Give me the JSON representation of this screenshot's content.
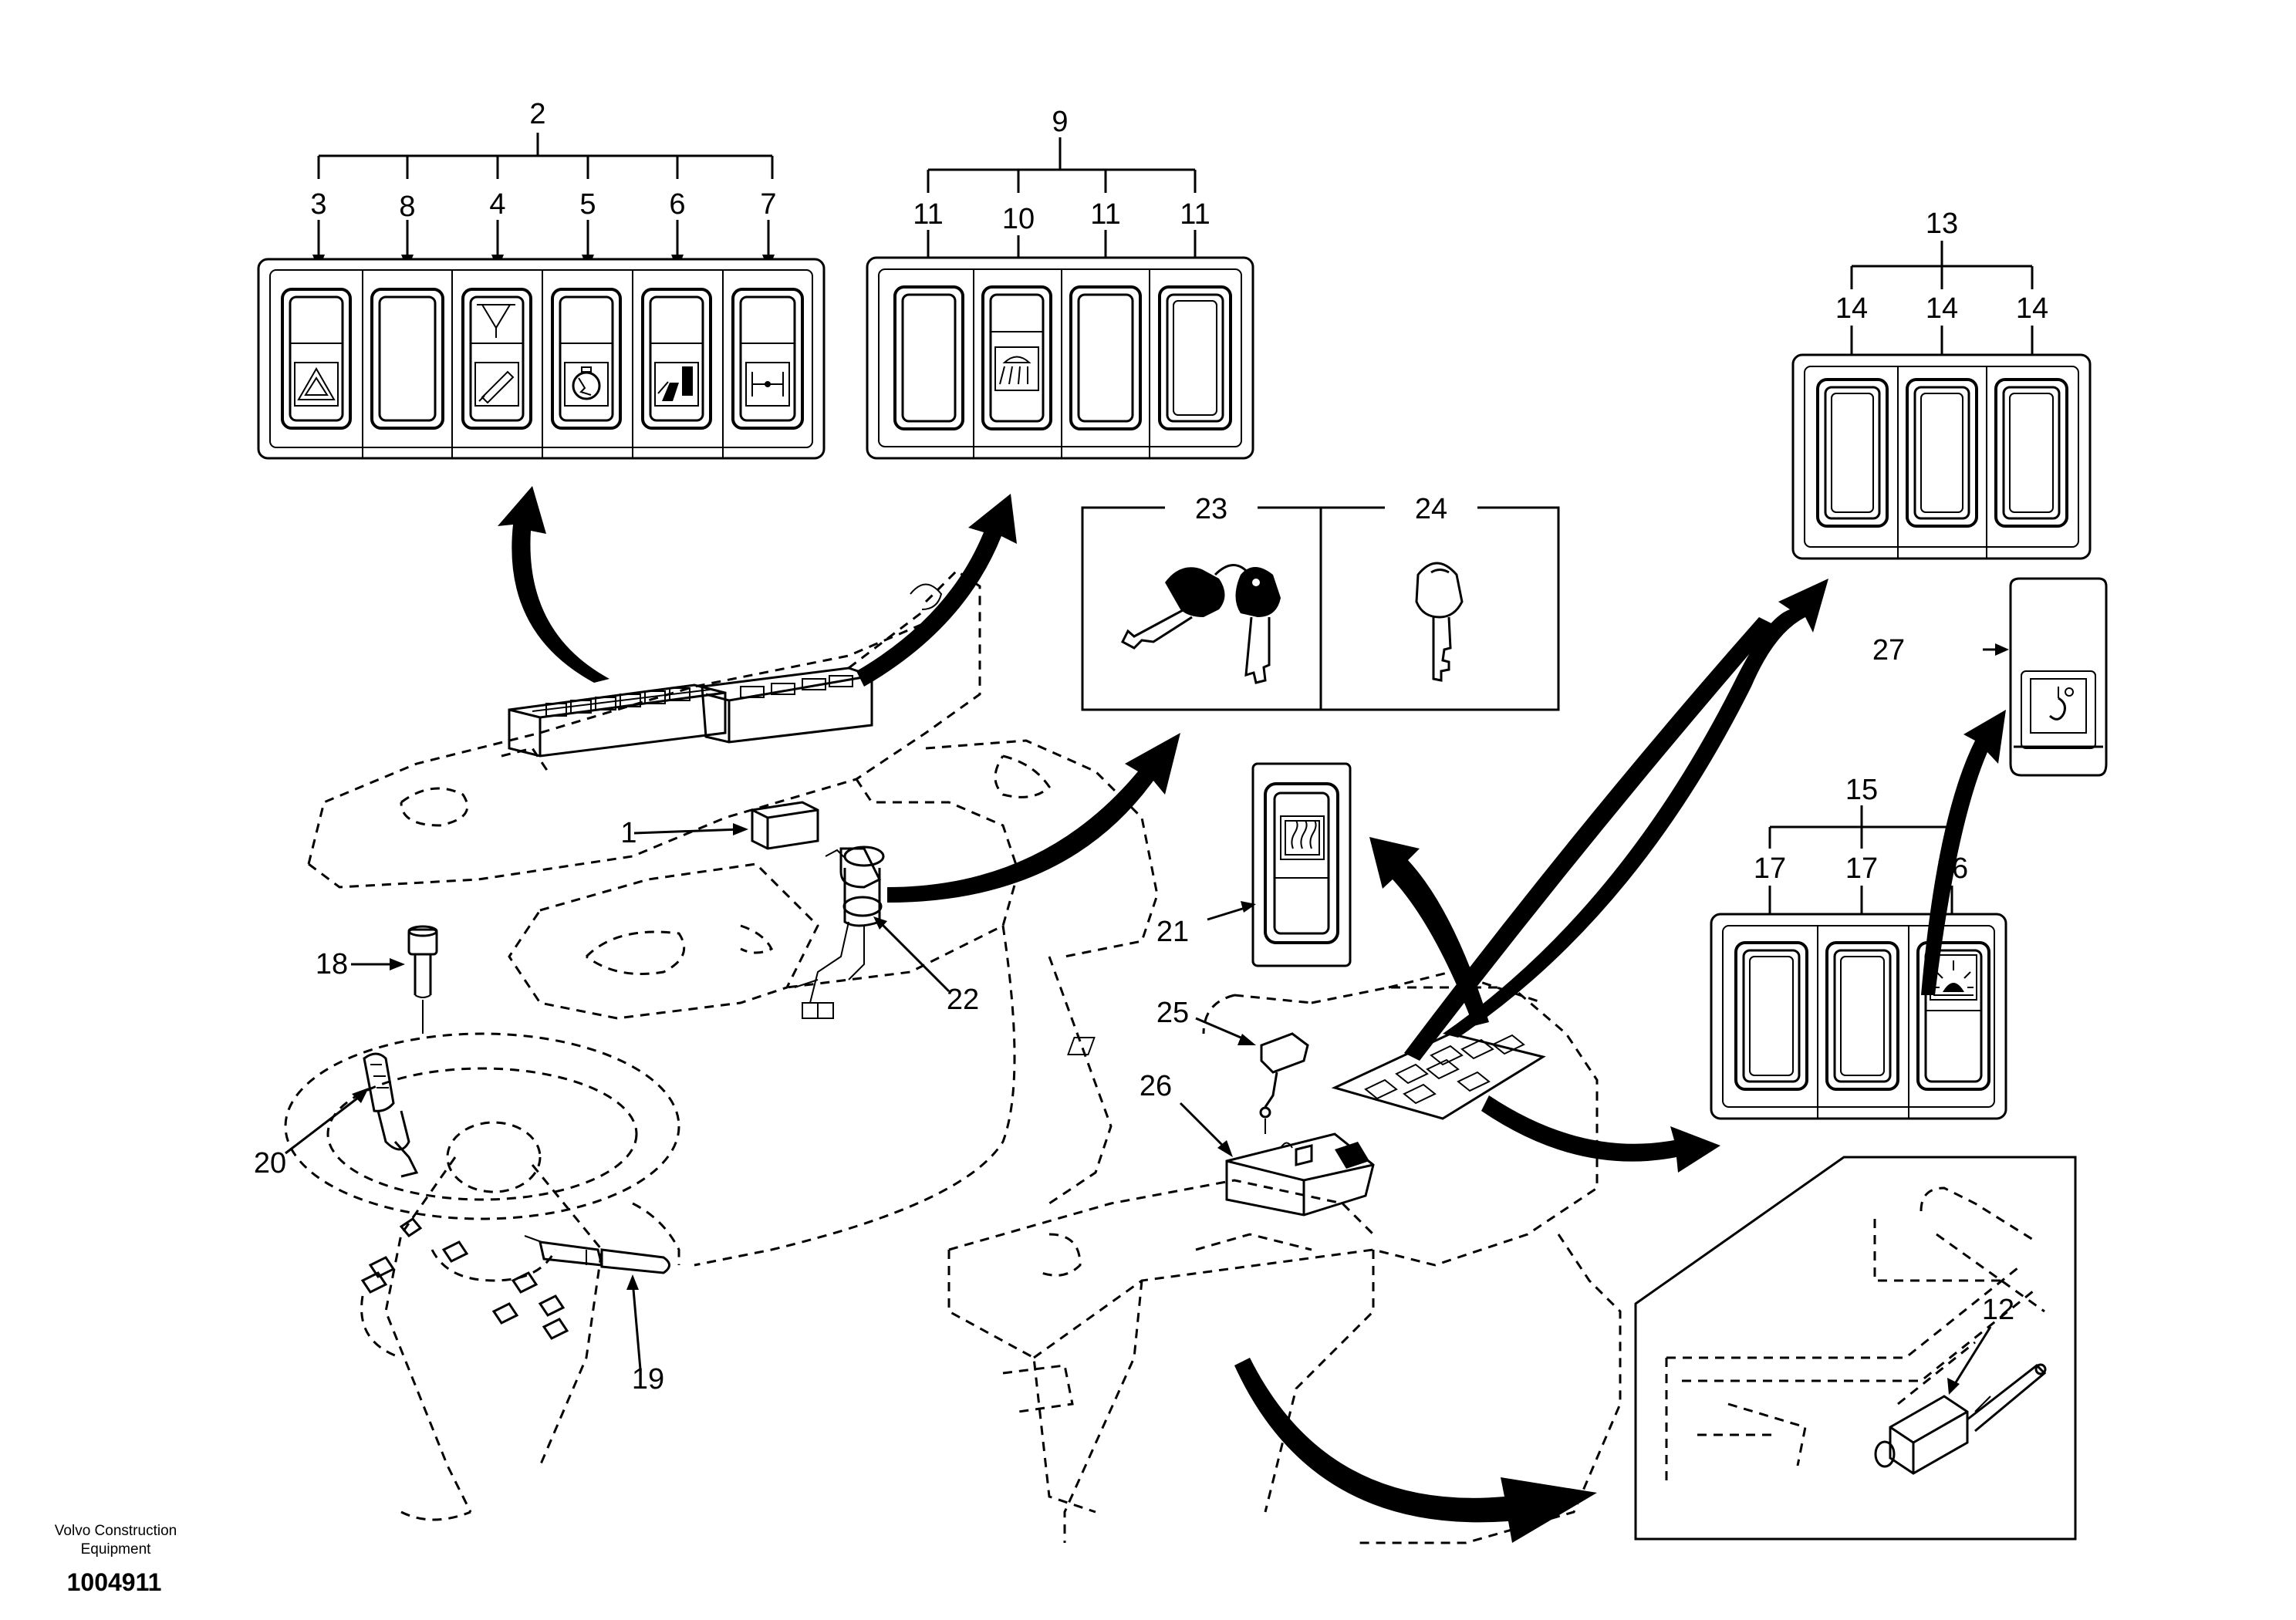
{
  "labels": {
    "n1": "1",
    "n2": "2",
    "n3": "3",
    "n4": "4",
    "n5": "5",
    "n6": "6",
    "n7": "7",
    "n8": "8",
    "n9": "9",
    "n10": "10",
    "n11a": "11",
    "n11b": "11",
    "n11c": "11",
    "n12": "12",
    "n13": "13",
    "n14a": "14",
    "n14b": "14",
    "n14c": "14",
    "n15": "15",
    "n16": "16",
    "n17a": "17",
    "n17b": "17",
    "n18": "18",
    "n19": "19",
    "n20": "20",
    "n21": "21",
    "n22": "22",
    "n23": "23",
    "n24": "24",
    "n25": "25",
    "n26": "26",
    "n27": "27"
  },
  "footer": {
    "company_line1": "Volvo Construction",
    "company_line2": "Equipment",
    "drawing_number": "1004911"
  },
  "icons": {
    "panel2": [
      "warning-triangle-icon",
      "blank",
      "wiper-washer-icon",
      "engine-icon",
      "seat-icon",
      "axle-icon"
    ],
    "panel9": [
      "blank",
      "work-light-icon",
      "blank",
      "blank"
    ],
    "panel15": [
      "blank",
      "blank",
      "beacon-icon"
    ],
    "switch21": "heated-rear-window-icon",
    "switch27": "hook-icon"
  }
}
